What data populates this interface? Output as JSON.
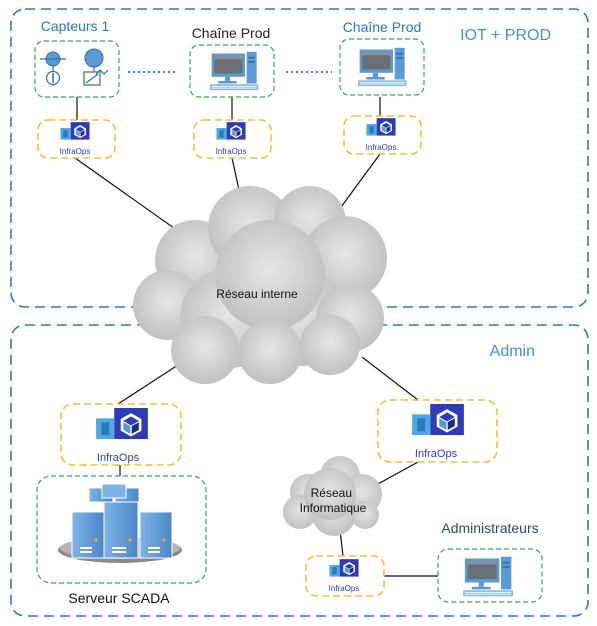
{
  "zones": {
    "top": {
      "label": "IOT + PROD"
    },
    "bottom": {
      "label": "Admin"
    }
  },
  "nodes": {
    "sensors": {
      "label": "Capteurs 1"
    },
    "prod1": {
      "label": "Chaîne Prod"
    },
    "prod2": {
      "label": "Chaîne Prod"
    },
    "scada": {
      "label": "Serveur SCADA"
    },
    "admins": {
      "label": "Administrateurs"
    }
  },
  "networks": {
    "internal": {
      "label": "Réseau interne"
    },
    "it": {
      "line1": "Réseau",
      "line2": "Informatique"
    }
  },
  "gateway": {
    "logo_text_1": "Infra",
    "logo_text_2": "Ops"
  },
  "colors": {
    "zone_border": "#2a7ab8",
    "zone_label": "#4a90c8",
    "device_border": "#3aa35a",
    "gateway_border": "#f2c22e",
    "logo_bg": "#2f3bb4",
    "logo_text": "#2f3bb4",
    "cloud_fill": "#d5d5d5",
    "server_blue": "#5b9bd5"
  },
  "icons": [
    "sensor-icon",
    "monitor-icon",
    "cube-icon",
    "server-icon",
    "cloud-icon"
  ]
}
